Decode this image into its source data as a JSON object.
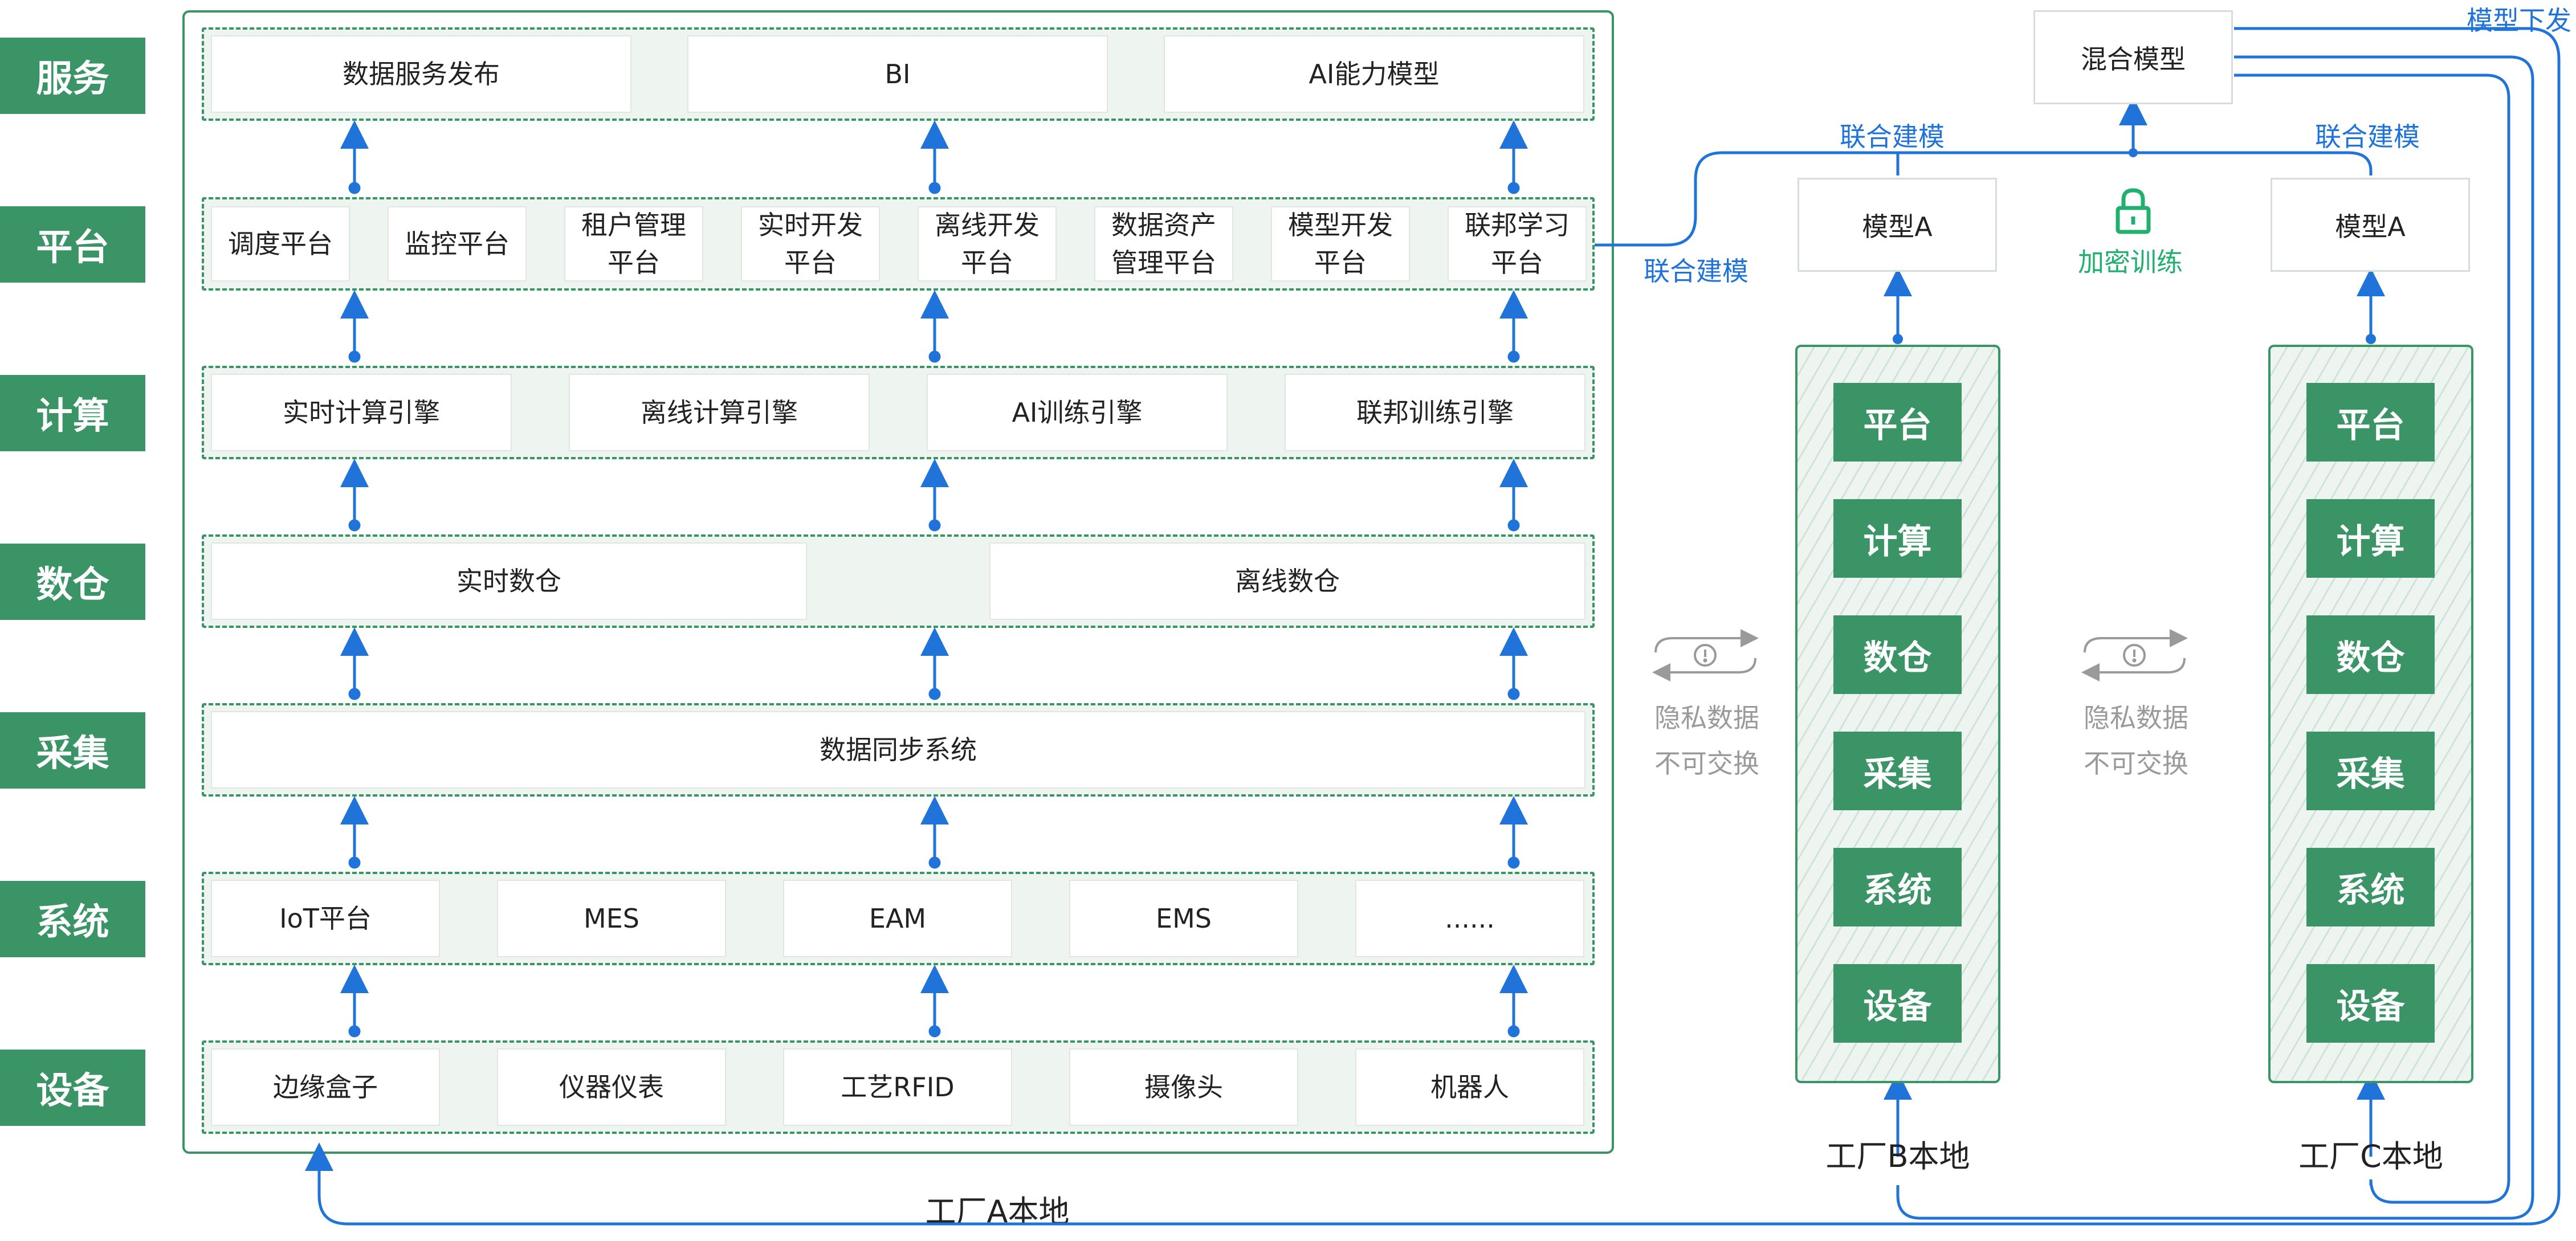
{
  "layers": [
    "服务",
    "平台",
    "计算",
    "数仓",
    "采集",
    "系统",
    "设备"
  ],
  "factory_a": {
    "label": "工厂A本地",
    "service": [
      "数据服务发布",
      "BI",
      "AI能力模型"
    ],
    "platform": [
      "调度平台",
      "监控平台",
      "租户管理\n平台",
      "实时开发\n平台",
      "离线开发\n平台",
      "数据资产\n管理平台",
      "模型开发\n平台",
      "联邦学习\n平台"
    ],
    "compute": [
      "实时计算引擎",
      "离线计算引擎",
      "AI训练引擎",
      "联邦训练引擎"
    ],
    "warehouse": [
      "实时数仓",
      "离线数仓"
    ],
    "collect": [
      "数据同步系统"
    ],
    "systems": [
      "IoT平台",
      "MES",
      "EAM",
      "EMS",
      "......"
    ],
    "devices": [
      "边缘盒子",
      "仪器仪表",
      "工艺RFID",
      "摄像头",
      "机器人"
    ]
  },
  "factory_b": {
    "label": "工厂B本地",
    "model": "模型A",
    "stack": [
      "平台",
      "计算",
      "数仓",
      "采集",
      "系统",
      "设备"
    ]
  },
  "factory_c": {
    "label": "工厂C本地",
    "model": "模型A",
    "stack": [
      "平台",
      "计算",
      "数仓",
      "采集",
      "系统",
      "设备"
    ]
  },
  "mixed_model": "混合模型",
  "model_dispatch": "模型下发",
  "joint_modeling": "联合建模",
  "encrypted_training": "加密训练",
  "privacy_note_line1": "隐私数据",
  "privacy_note_line2": "不可交换",
  "colors": {
    "green": "#3a9466",
    "blue": "#1f73d9",
    "light_green_bg": "#eef5f1",
    "lock_green": "#22b070"
  },
  "icons": [
    "lock-icon",
    "sync-warning-icon",
    "arrow-up-icon"
  ]
}
